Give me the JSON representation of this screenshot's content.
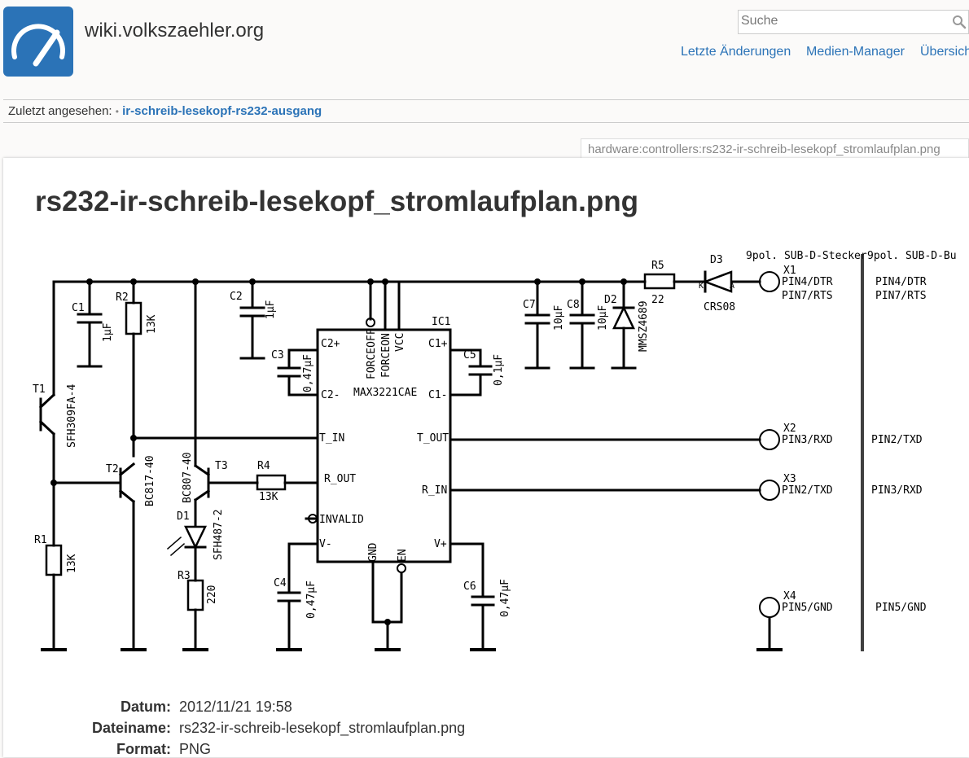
{
  "header": {
    "site_title": "wiki.volkszaehler.org",
    "search_placeholder": "Suche",
    "nav": [
      "Letzte Änderungen",
      "Medien-Manager",
      "Übersicht"
    ]
  },
  "breadcrumbs": {
    "label": "Zuletzt angesehen:",
    "separator": "•",
    "item": "ir-schreib-lesekopf-rs232-ausgang"
  },
  "page_id": "hardware:controllers:rs232-ir-schreib-lesekopf_stromlaufplan.png",
  "page_title": "rs232-ir-schreib-lesekopf_stromlaufplan.png",
  "schematic": {
    "texts": [
      "9pol. SUB-D-Stecker",
      "9pol. SUB-D-Bu",
      "X1",
      "PIN4/DTR",
      "PIN7/RTS",
      "PIN4/DTR",
      "PIN7/RTS",
      "X2",
      "PIN3/RXD",
      "PIN2/TXD",
      "X3",
      "PIN2/TXD",
      "PIN3/RXD",
      "X4",
      "PIN5/GND",
      "PIN5/GND",
      "D3",
      "CRS08",
      "K",
      "A",
      "R5",
      "22",
      "D2",
      "MMSZ4689",
      "C7",
      "10µF",
      "C8",
      "10µF",
      "IC1",
      "MAX3221CAE",
      "C2+",
      "C2-",
      "C1+",
      "C1-",
      "T_IN",
      "T_OUT",
      "R_OUT",
      "R_IN",
      "INVALID",
      "V-",
      "V+",
      "GND",
      "EN",
      "FORCEOFF",
      "FORCEON",
      "VCC",
      "C1",
      "1µF",
      "R2",
      "13K",
      "C2",
      "1µF",
      "C3",
      "0,47µF",
      "C5",
      "0,1µF",
      "T1",
      "SFH309FA-4",
      "T2",
      "BC817-40",
      "T3",
      "BC807-40",
      "R4",
      "13K",
      "D1",
      "SFH487-2",
      "R1",
      "13K",
      "R3",
      "220",
      "C4",
      "0,47µF",
      "C6",
      "0,47µF"
    ]
  },
  "metadata": [
    {
      "label": "Datum:",
      "value": "2012/11/21 19:58"
    },
    {
      "label": "Dateiname:",
      "value": "rs232-ir-schreib-lesekopf_stromlaufplan.png"
    },
    {
      "label": "Format:",
      "value": "PNG"
    }
  ],
  "colors": {
    "link": "#2b73b7",
    "logo": "#2b73b7",
    "text": "#333333",
    "background": "#fbfaf9"
  }
}
